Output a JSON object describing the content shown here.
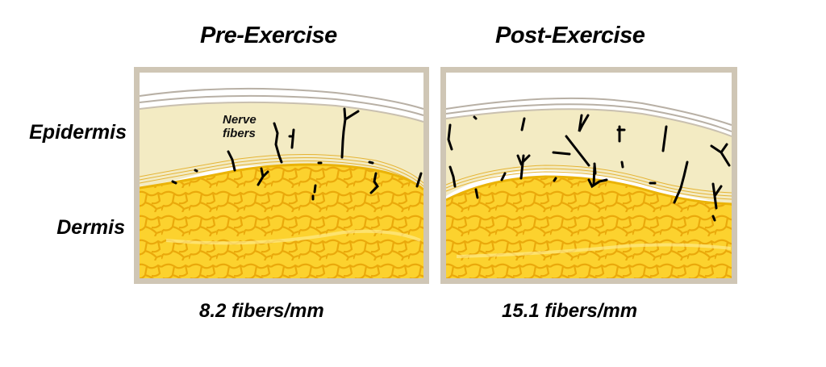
{
  "titles": {
    "pre": "Pre-Exercise",
    "post": "Post-Exercise"
  },
  "layer_labels": {
    "epidermis": "Epidermis",
    "dermis": "Dermis"
  },
  "annotation": {
    "line1": "Nerve",
    "line2": "fibers"
  },
  "measurements": {
    "pre": "8.2 fibers/mm",
    "post": "15.1 fibers/mm"
  },
  "colors": {
    "frame": "#cfc6b5",
    "epidermis": "#f3ebc3",
    "dermis": "#fcd22e",
    "dermis_lines": "#e8a90a",
    "nerve_fibers": "#000000",
    "stratum_lines": "#b8b0a5"
  }
}
